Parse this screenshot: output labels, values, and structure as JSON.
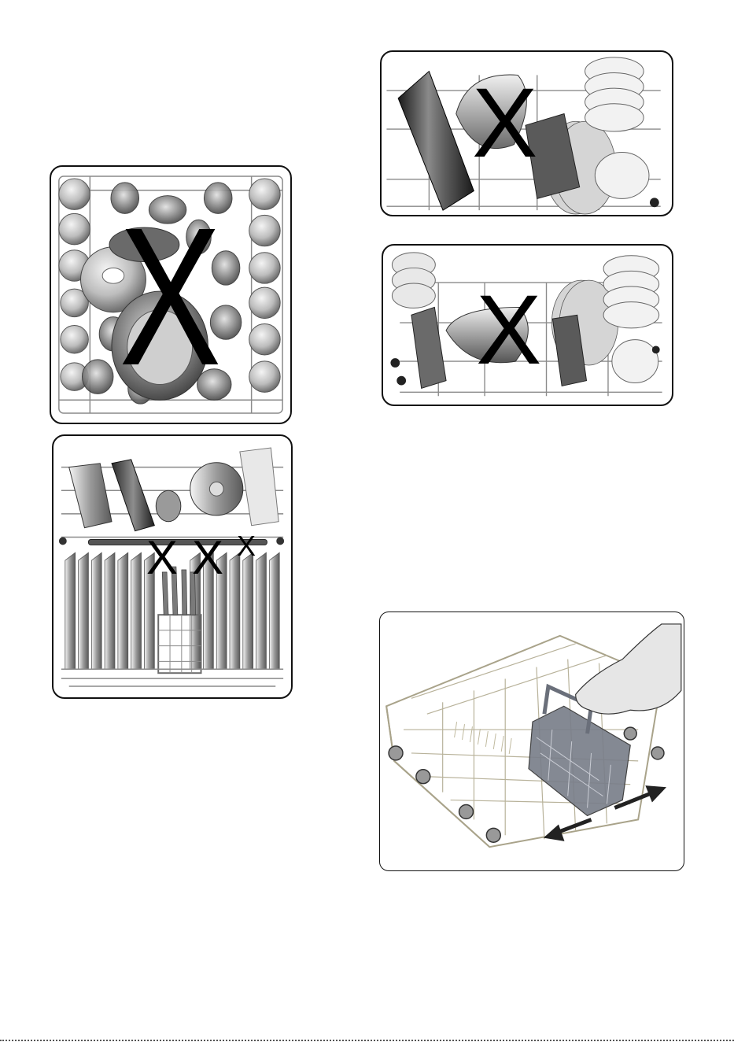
{
  "panels": {
    "upper_basket_top_view": {
      "marks": [
        "X"
      ]
    },
    "lower_basket_front_view": {
      "marks": [
        "X",
        "X",
        "X"
      ]
    },
    "upper_basket_side_view_1": {
      "marks": [
        "X"
      ]
    },
    "upper_basket_side_view_2": {
      "marks": [
        "X"
      ]
    },
    "cutlery_basket_illustration": {
      "marks": []
    }
  },
  "colors": {
    "border": "#111111",
    "wire": "#8a8a8a",
    "dish_dark": "#444444",
    "dish_mid": "#888888",
    "dish_light": "#d0d0d0",
    "basket": "#7a7f8a"
  },
  "icons": {
    "cross_mark": "x-mark-icon",
    "direction_arrows": "double-arrow-icon",
    "hand": "hand-icon"
  }
}
